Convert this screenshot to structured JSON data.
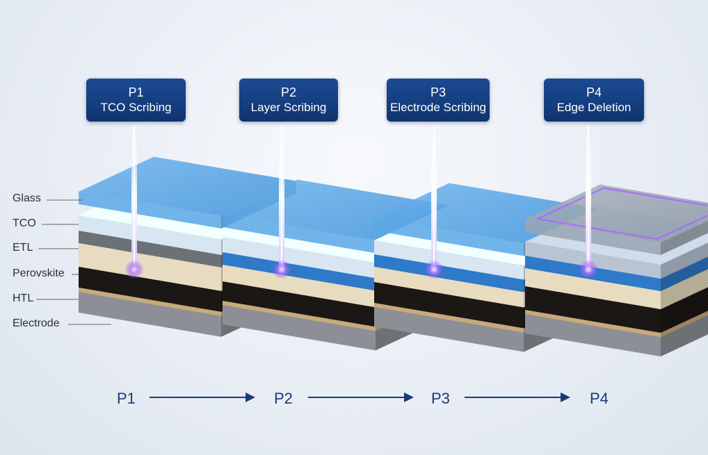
{
  "steps": [
    {
      "code": "P1",
      "name": "TCO Scribing"
    },
    {
      "code": "P2",
      "name": "Layer Scribing"
    },
    {
      "code": "P3",
      "name": "Electrode Scribing"
    },
    {
      "code": "P4",
      "name": "Edge Deletion"
    }
  ],
  "layers": [
    "Glass",
    "TCO",
    "ETL",
    "Perovskite",
    "HTL",
    "Electrode"
  ],
  "colors": {
    "label_bg": "#14407f",
    "arrow": "#1a3a7a",
    "laser": "#a86bff",
    "glass": "#5aa7e6",
    "tco": "#d7e6f1",
    "etl": "#6c7077",
    "perovskite": "#e8dcc0",
    "htl": "#1b1715",
    "electrode": "#8c9096",
    "etl_blue": "#2f79c9"
  }
}
